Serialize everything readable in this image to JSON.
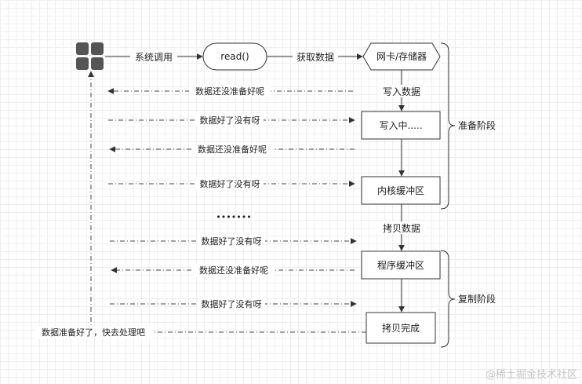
{
  "nodes": {
    "read": "read()",
    "nic": "网卡/存储器",
    "writing": "写入中.....",
    "kernel_buffer": "内核缓冲区",
    "app_buffer": "程序缓冲区",
    "copy_done": "拷贝完成"
  },
  "edges": {
    "syscall": "系统调用",
    "fetch": "获取数据",
    "write_in": "写入数据",
    "copy_data": "拷贝数据"
  },
  "messages": {
    "not_ready_1": "数据还没准备好呢",
    "ready_q_1": "数据好了没有呀",
    "not_ready_2": "数据还没准备好呢",
    "ready_q_2": "数据好了没有呀",
    "ellipsis": "•••••••",
    "ready_q_3": "数据好了没有呀",
    "not_ready_3": "数据还没准备好呢",
    "ready_q_4": "数据好了没有呀",
    "done_notice": "数据准备好了，快去处理吧"
  },
  "phases": {
    "prepare": "准备阶段",
    "copy": "复制阶段"
  },
  "watermark": "@稀土掘金技术社区",
  "colors": {
    "line": "#333333",
    "dash": "#444444",
    "icon": "#555555",
    "watermark": "#c4c4c4"
  },
  "icons": {
    "app": "app-grid-icon"
  }
}
